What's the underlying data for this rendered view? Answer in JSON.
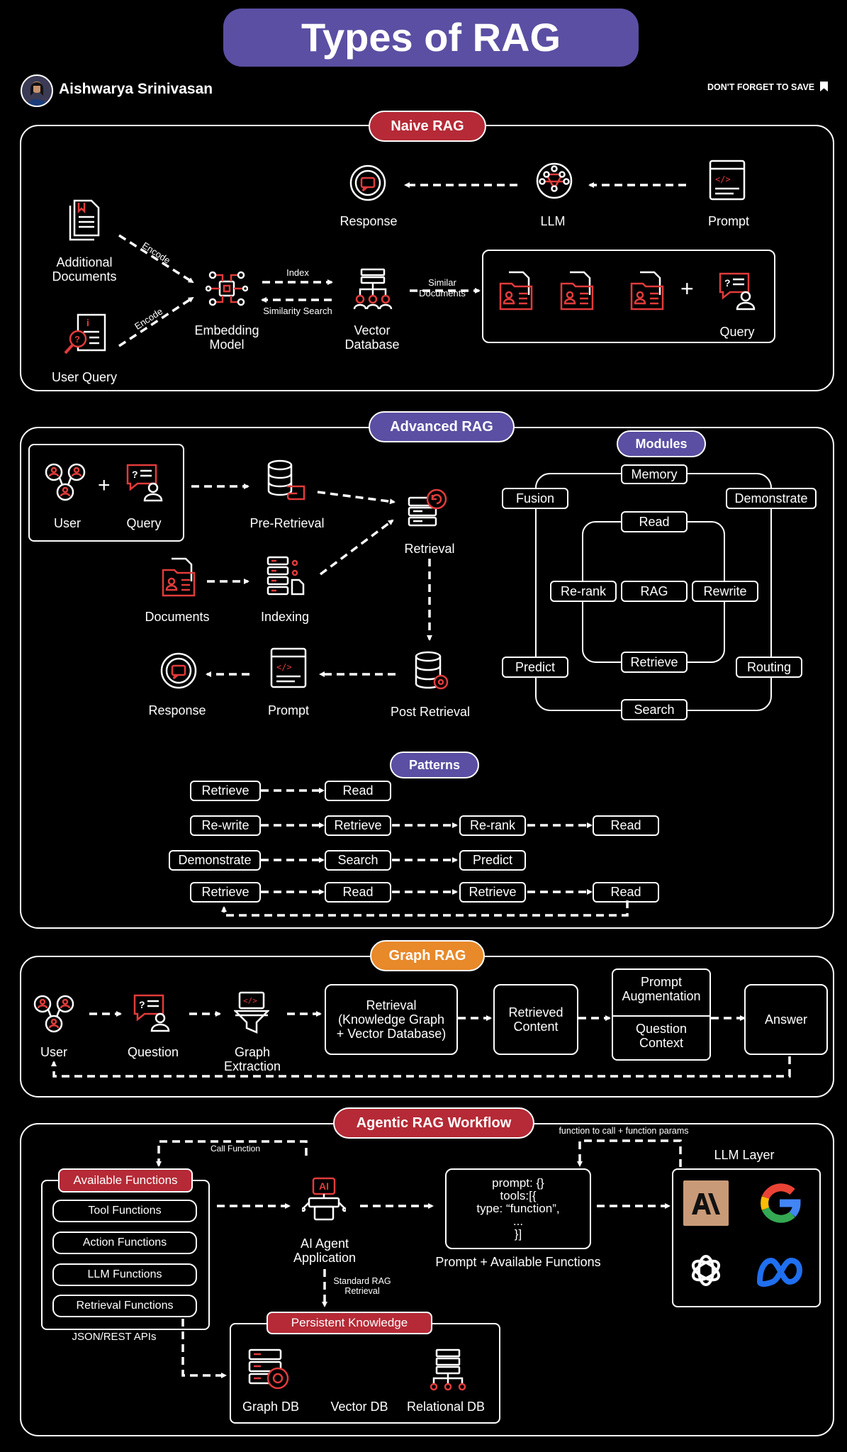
{
  "title": "Types of RAG",
  "author": "Aishwarya Srinivasan",
  "save_note": "DON'T FORGET TO SAVE",
  "colors": {
    "title_pill": "#5a4fa3",
    "naive_pill": "#b52a36",
    "advanced_pill": "#5a4fa3",
    "graph_pill": "#e8892a",
    "agentic_pill": "#b52a36",
    "icon_red": "#e23b3b",
    "anthropic_bg": "#c99a77",
    "meta_blue": "#1f6ff0"
  },
  "naive": {
    "header": "Naive RAG",
    "additional_documents": "Additional\nDocuments",
    "user_query": "User Query",
    "encode_top": "Encode",
    "encode_bottom": "Encode",
    "embedding_model": "Embedding\nModel",
    "index": "Index",
    "similarity_search": "Similarity Search",
    "vector_database": "Vector\nDatabase",
    "similar_documents": "Similar\nDocuments",
    "plus": "+",
    "query": "Query",
    "response": "Response",
    "llm": "LLM",
    "prompt": "Prompt"
  },
  "advanced": {
    "header": "Advanced RAG",
    "user": "User",
    "plus": "+",
    "query": "Query",
    "pre_retrieval": "Pre-Retrieval",
    "retrieval": "Retrieval",
    "documents": "Documents",
    "indexing": "Indexing",
    "response": "Response",
    "prompt": "Prompt",
    "post_retrieval": "Post Retrieval",
    "modules_header": "Modules",
    "modules": {
      "memory": "Memory",
      "fusion": "Fusion",
      "demonstrate": "Demonstrate",
      "read": "Read",
      "rerank": "Re-rank",
      "rag": "RAG",
      "rewrite": "Rewrite",
      "retrieve": "Retrieve",
      "predict": "Predict",
      "routing": "Routing",
      "search": "Search"
    },
    "patterns_header": "Patterns",
    "patterns": [
      [
        "Retrieve",
        "Read"
      ],
      [
        "Re-write",
        "Retrieve",
        "Re-rank",
        "Read"
      ],
      [
        "Demonstrate",
        "Search",
        "Predict"
      ],
      [
        "Retrieve",
        "Read",
        "Retrieve",
        "Read"
      ]
    ]
  },
  "graph": {
    "header": "Graph RAG",
    "user": "User",
    "question": "Question",
    "graph_extraction": "Graph\nExtraction",
    "retrieval": "Retrieval\n(Knowledge Graph\n+ Vector Database)",
    "retrieved_content": "Retrieved\nContent",
    "prompt_augmentation": "Prompt\nAugmentation",
    "question_context": "Question\nContext",
    "answer": "Answer"
  },
  "agentic": {
    "header": "Agentic RAG Workflow",
    "available_functions": "Available Functions",
    "functions": [
      "Tool Functions",
      "Action Functions",
      "LLM Functions",
      "Retrieval Functions"
    ],
    "json_apis": "JSON/REST APIs",
    "call_function": "Call Function",
    "ai_badge": "AI",
    "agent": "AI Agent\nApplication",
    "standard_rag": "Standard RAG\nRetrieval",
    "function_params": "function to call + function params",
    "prompt_code": "prompt: {}\ntools:[{\ntype: “function”,\n...\n}]",
    "prompt_caption": "Prompt + Available Functions",
    "llm_layer": "LLM Layer",
    "persistent_knowledge": "Persistent Knowledge",
    "graph_db": "Graph DB",
    "vector_db": "Vector DB",
    "relational_db": "Relational DB"
  }
}
